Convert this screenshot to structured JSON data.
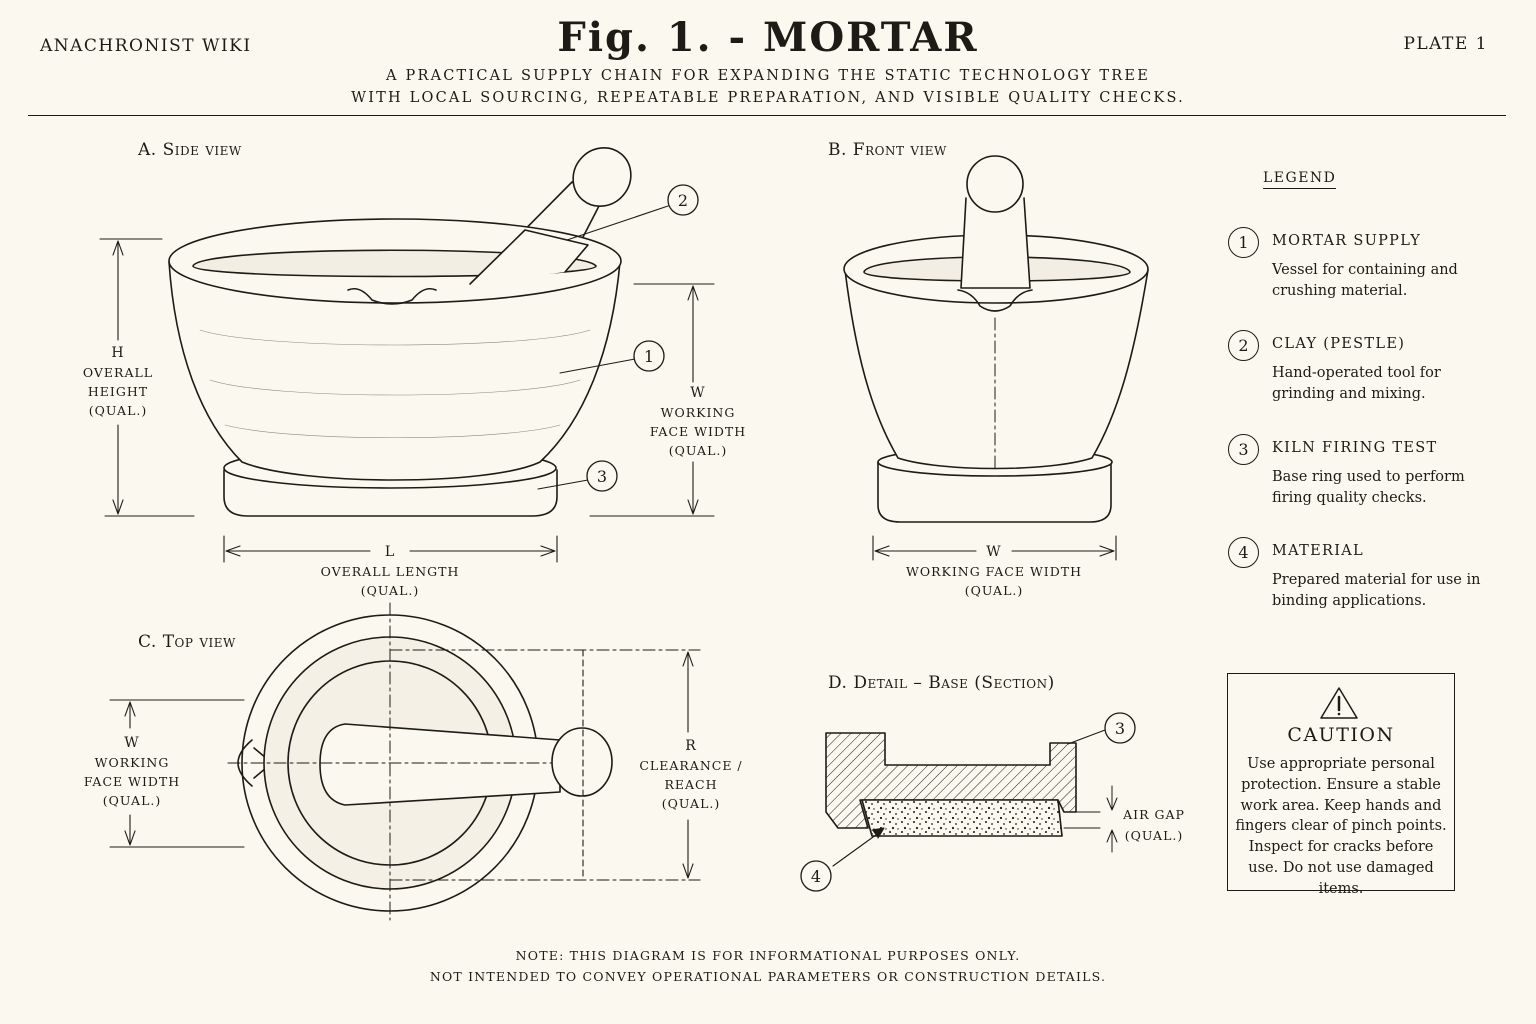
{
  "header": {
    "site": "ANACHRONIST WIKI",
    "title": "Fig. 1. - MORTAR",
    "plate": "PLATE 1",
    "subtitle_1": "A PRACTICAL SUPPLY CHAIN FOR EXPANDING THE STATIC TECHNOLOGY TREE",
    "subtitle_2": "WITH LOCAL SOURCING, REPEATABLE PREPARATION, AND VISIBLE QUALITY CHECKS."
  },
  "views": {
    "side": "A. Side view",
    "front": "B. Front view",
    "top": "C. Top view",
    "detail": "D. Detail – Base (Section)"
  },
  "dimensions": {
    "height": [
      "H",
      "OVERALL",
      "HEIGHT",
      "(QUAL.)"
    ],
    "side_width": [
      "W",
      "WORKING",
      "FACE WIDTH",
      "(QUAL.)"
    ],
    "length": [
      "L",
      "OVERALL LENGTH",
      "(QUAL.)"
    ],
    "front_width": [
      "W",
      "WORKING FACE WIDTH",
      "(QUAL.)"
    ],
    "top_width": [
      "W",
      "WORKING",
      "FACE WIDTH",
      "(QUAL.)"
    ],
    "reach": [
      "R",
      "CLEARANCE /",
      "REACH",
      "(QUAL.)"
    ],
    "air_gap": [
      "AIR GAP",
      "(QUAL.)"
    ]
  },
  "callouts": [
    "1",
    "2",
    "3",
    "4"
  ],
  "legend": {
    "title": "LEGEND",
    "items": [
      {
        "num": "1",
        "name": "MORTAR SUPPLY",
        "desc": "Vessel for containing and crushing material."
      },
      {
        "num": "2",
        "name": "CLAY (PESTLE)",
        "desc": "Hand-operated tool for grinding and mixing."
      },
      {
        "num": "3",
        "name": "KILN FIRING TEST",
        "desc": "Base ring used to perform firing quality checks."
      },
      {
        "num": "4",
        "name": "MATERIAL",
        "desc": "Prepared material for use in binding applications."
      }
    ]
  },
  "caution": {
    "icon": "warning-triangle-icon",
    "title": "CAUTION",
    "text": "Use appropriate personal protection. Ensure a stable work area. Keep hands and fingers clear of pinch points. Inspect for cracks before use. Do not use damaged items."
  },
  "footer": {
    "note_1": "NOTE: THIS DIAGRAM IS FOR INFORMATIONAL PURPOSES ONLY.",
    "note_2": "NOT INTENDED TO CONVEY OPERATIONAL PARAMETERS OR CONSTRUCTION DETAILS."
  },
  "colors": {
    "ink": "#1e1b17",
    "paper": "#fbf8ef"
  }
}
